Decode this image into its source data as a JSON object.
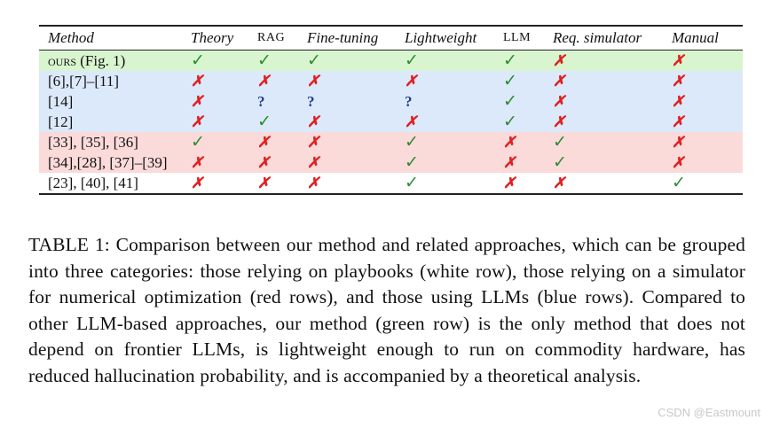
{
  "table": {
    "headers": [
      "Method",
      "Theory",
      "RAG",
      "Fine-tuning",
      "Lightweight",
      "LLM",
      "Req. simulator",
      "Manual"
    ],
    "symbols": {
      "yes": "✓",
      "no": "✗",
      "unknown": "?"
    },
    "colors": {
      "green_row": "#d8f5d0",
      "blue_row": "#dbe9fb",
      "red_row": "#fbdada",
      "white_row": "#ffffff",
      "check": "#2e8b2e",
      "cross": "#e02020",
      "question": "#283c8c"
    },
    "rows": [
      {
        "method_prefix": "ours",
        "method": " (Fig. 1)",
        "group": "green",
        "values": [
          "yes",
          "yes",
          "yes",
          "yes",
          "yes",
          "no",
          "no"
        ]
      },
      {
        "method_prefix": "",
        "method": "[6],[7]–[11]",
        "group": "blue",
        "values": [
          "no",
          "no",
          "no",
          "no",
          "yes",
          "no",
          "no"
        ]
      },
      {
        "method_prefix": "",
        "method": "[14]",
        "group": "blue",
        "values": [
          "no",
          "unknown",
          "unknown",
          "unknown",
          "yes",
          "no",
          "no"
        ]
      },
      {
        "method_prefix": "",
        "method": "[12]",
        "group": "blue",
        "values": [
          "no",
          "yes",
          "no",
          "no",
          "yes",
          "no",
          "no"
        ]
      },
      {
        "method_prefix": "",
        "method": "[33], [35], [36]",
        "group": "red",
        "values": [
          "yes",
          "no",
          "no",
          "yes",
          "no",
          "yes",
          "no"
        ]
      },
      {
        "method_prefix": "",
        "method": "[34],[28], [37]–[39]",
        "group": "red",
        "values": [
          "no",
          "no",
          "no",
          "yes",
          "no",
          "yes",
          "no"
        ]
      },
      {
        "method_prefix": "",
        "method": "[23], [40], [41]",
        "group": "white",
        "values": [
          "no",
          "no",
          "no",
          "yes",
          "no",
          "no",
          "yes"
        ]
      }
    ]
  },
  "caption": {
    "text": "TABLE 1: Comparison between our method and related approaches, which can be grouped into three categories: those relying on playbooks (white row), those relying on a simulator for numerical optimization (red rows), and those using LLMs (blue rows). Compared to other LLM-based approaches, our method (green row) is the only method that does not depend on frontier LLMs, is lightweight enough to run on commodity hardware, has reduced hallucination probability, and is accompanied by a theoretical analysis."
  },
  "watermark": "CSDN @Eastmount"
}
